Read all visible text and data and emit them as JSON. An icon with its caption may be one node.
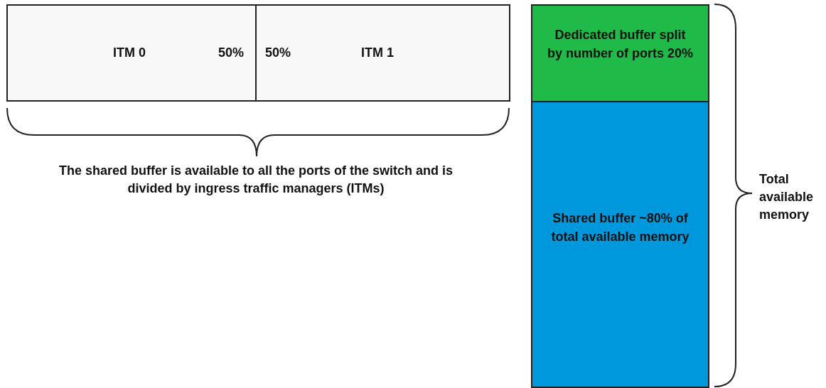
{
  "diagram": {
    "nodes": [
      {
        "text": [
          "ITM 0",
          "50%"
        ]
      },
      {
        "text": [
          "50%",
          "ITM 1"
        ]
      },
      {
        "text": [
          "Dedicated buffer split by number of ports 20%"
        ]
      },
      {
        "text": [
          "Shared buffer ~80% of total available memory"
        ]
      }
    ],
    "labels": [
      "The shared buffer is available to all the ports of the switch and is divided by ingress traffic managers (ITMs)",
      "Total available memory"
    ]
  }
}
